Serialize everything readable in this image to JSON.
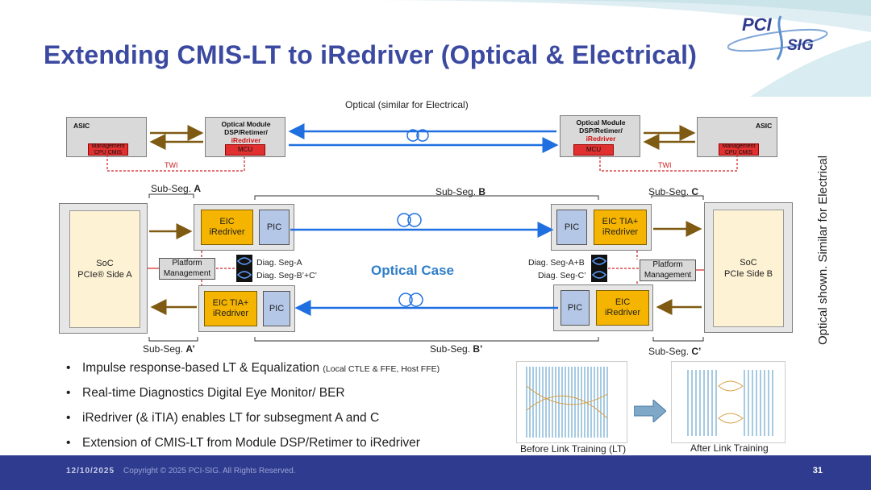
{
  "title": "Extending CMIS-LT to iRedriver (Optical & Electrical)",
  "logo": {
    "line1": "PCI",
    "line2": "SIG"
  },
  "top_diagram": {
    "caption": "Optical (similar for Electrical)",
    "asic_left": "ASIC",
    "asic_right": "ASIC",
    "mgmt_left": "Management CPU CMIS",
    "mgmt_right": "Management CPU CMIS",
    "module_left_line1": "Optical Module",
    "module_left_line2": "DSP/Retimer/",
    "module_left_line3": "iRedriver",
    "module_right_line1": "Optical Module",
    "module_right_line2": "DSP/Retimer/",
    "module_right_line3": "iRedriver",
    "mcu_left": "MCU",
    "mcu_right": "MCU",
    "twi_left": "TWI",
    "twi_right": "TWI"
  },
  "main_diagram": {
    "subseg_a": "Sub-Seg.",
    "subseg_a_letter": "A",
    "subseg_b": "Sub-Seg.",
    "subseg_b_letter": "B",
    "subseg_c": "Sub-Seg.",
    "subseg_c_letter": "C",
    "subseg_a2": "Sub-Seg.",
    "subseg_a2_letter": "A’",
    "subseg_b2": "Sub-Seg.",
    "subseg_b2_letter": "B’",
    "subseg_c2": "Sub-Seg.",
    "subseg_c2_letter": "C’",
    "soc_a_line1": "SoC",
    "soc_a_line2": "PCIe® Side A",
    "soc_b_line1": "SoC",
    "soc_b_line2": "PCIe Side B",
    "pm_left_line1": "Platform",
    "pm_left_line2": "Management",
    "pm_right_line1": "Platform",
    "pm_right_line2": "Management",
    "eic_tl_line1": "EIC",
    "eic_tl_line2": "iRedriver",
    "eic_tr_line1": "EIC TIA+",
    "eic_tr_line2": "iRedriver",
    "eic_bl_line1": "EIC  TIA+",
    "eic_bl_line2": "iRedriver",
    "eic_br_line1": "EIC",
    "eic_br_line2": "iRedriver",
    "pic": "PIC",
    "diag_l1": "Diag. Seg-A",
    "diag_l2": "Diag. Seg-B’+C’",
    "diag_r1": "Diag. Seg-A+B",
    "diag_r2": "Diag. Seg-C’",
    "optical_case": "Optical Case",
    "vertical_note": "Optical  shown. Similar for  Electrical"
  },
  "bullets": [
    {
      "text": "Impulse response-based LT & Equalization",
      "note": "(Local CTLE & FFE, Host FFE)"
    },
    {
      "text": "Real-time Diagnostics Digital Eye Monitor/ BER",
      "note": ""
    },
    {
      "text": "iRedriver (& iTIA) enables LT for subsegment A and C",
      "note": ""
    },
    {
      "text": "Extension of CMIS-LT from Module DSP/Retimer to iRedriver",
      "note": ""
    }
  ],
  "plots": {
    "before": "Before Link Training (LT)",
    "after": "After Link Training"
  },
  "footer": {
    "date": "12/10/2025",
    "copyright": "Copyright © 2025 PCI-SIG. All Rights Reserved.",
    "page": "31"
  },
  "colors": {
    "title": "#3b4aa0",
    "footer": "#2e3b8f",
    "arrow_blue": "#1f6fe0",
    "arrow_brown": "#7f5a12",
    "eic": "#f5b400",
    "pic": "#b4c7e7"
  }
}
